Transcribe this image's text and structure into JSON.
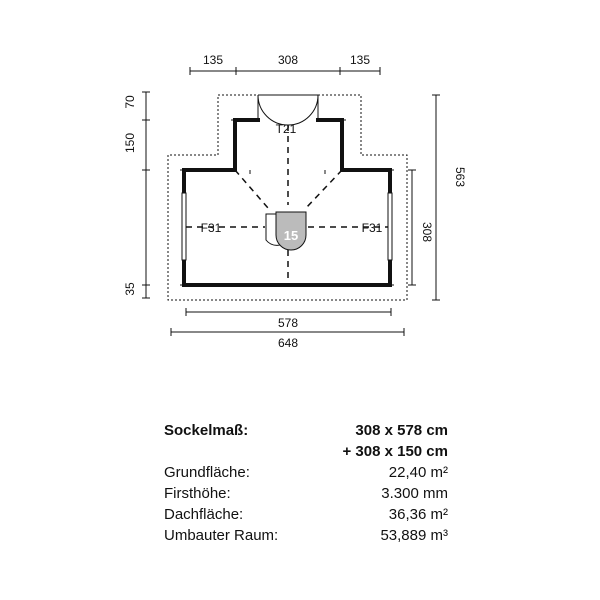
{
  "plan": {
    "dims_top": [
      "135",
      "308",
      "135"
    ],
    "dims_left": [
      "70",
      "150",
      "35"
    ],
    "dim_right_outer": "563",
    "dim_right_inner": "308",
    "dim_bottom_inner": "578",
    "dim_bottom_outer": "648",
    "door_label": "T21",
    "window_left_label": "F31",
    "window_right_label": "F31",
    "badge_number": "15"
  },
  "specs": {
    "rows": [
      {
        "label": "Sockelmaß:",
        "value": "308 x 578  cm",
        "bold": true
      },
      {
        "label": "",
        "value": "+ 308 x 150  cm",
        "bold": true
      },
      {
        "label": "Grundfläche:",
        "value": "22,40 m²",
        "bold": false
      },
      {
        "label": "Firsthöhe:",
        "value": "3.300 mm",
        "bold": false
      },
      {
        "label": "Dachfläche:",
        "value": "36,36 m²",
        "bold": false
      },
      {
        "label": "Umbauter Raum:",
        "value": "53,889 m³",
        "bold": false
      }
    ]
  }
}
